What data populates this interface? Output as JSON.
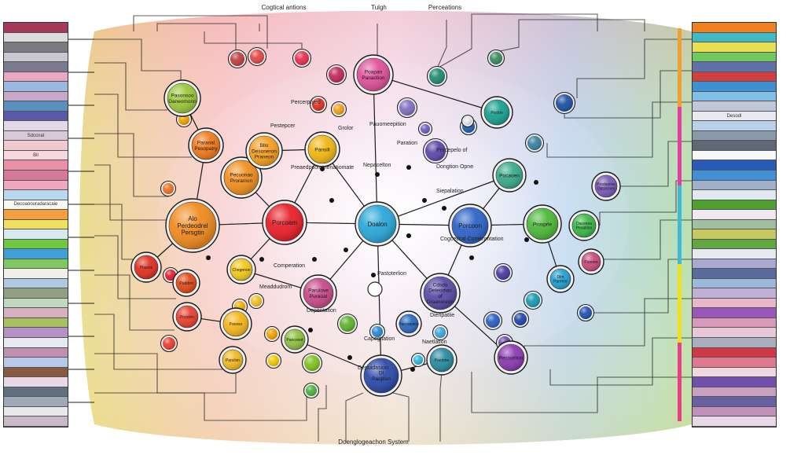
{
  "top_labels": [
    "Cogtical antions",
    "Tulgh",
    "Perceations"
  ],
  "bottom_label": "Doenglogeachon System",
  "floating_labels": [
    "Percerptyed",
    "Pestepcer",
    "Grolor",
    "Pauomeepition",
    "Paration",
    "Preaedpcommenatiomate",
    "Nepacelton",
    "Percepelo of",
    "Dongtion Opne",
    "Siepalation",
    "Cogcetical Comenrntation",
    "Comperation",
    "Meaddudrom",
    "Pastoterlion",
    "Depentation",
    "Dienpatlie",
    "Capegtlation",
    "Naetlation",
    "Depuidasion"
  ],
  "nodes": [
    {
      "id": "n-center",
      "label": "Doalon",
      "color": "#2aa8d8"
    },
    {
      "id": "n-left-red",
      "label": "Porcoam",
      "color": "#e8202a"
    },
    {
      "id": "n-right-blue",
      "label": "Porcoon",
      "color": "#2f63c8"
    },
    {
      "id": "n-orange-big",
      "label": "Alo Perdeodrel Persgtin",
      "color": "#f08a1e"
    },
    {
      "id": "n-yellow-top",
      "label": "Pansill",
      "color": "#f2b614"
    },
    {
      "id": "n-green-right",
      "label": "Prosprle",
      "color": "#4cb83a"
    },
    {
      "id": "n-teal-right",
      "label": "Pocaoen",
      "color": "#3aaa8a"
    },
    {
      "id": "n-pink-top",
      "label": "Poapan Panaotion",
      "color": "#e0509a"
    },
    {
      "id": "n-navy-bottom",
      "label": "Dl Paoplon",
      "color": "#2c4aa8"
    },
    {
      "id": "n-teal-upper",
      "label": "Poclon",
      "color": "#1aa090"
    },
    {
      "id": "n-orange-mid",
      "label": "Pecuonao Proranion",
      "color": "#f0901e"
    },
    {
      "id": "n-lime-topleft",
      "label": "Pasonsoo Daneomonn",
      "color": "#9cc83a"
    },
    {
      "id": "n-purple-mid",
      "label": "Cdsdo Deteomas of Draanereon",
      "color": "#5a4aa8"
    },
    {
      "id": "n-magenta-left",
      "label": "Parulove Puraoal",
      "color": "#c84a8a"
    },
    {
      "id": "n-orange-1",
      "label": "Paranal Pesopatry",
      "color": "#f07a1a"
    },
    {
      "id": "n-orange-2",
      "label": "Bllo Desoneron Praneon",
      "color": "#f5a020"
    },
    {
      "id": "n-yellow-2",
      "label": "Chegenon",
      "color": "#f2c81a"
    },
    {
      "id": "n-yellow-3",
      "label": "Paosso",
      "color": "#f5b51a"
    },
    {
      "id": "n-yellow-4",
      "label": "Paoclon",
      "color": "#f0b820"
    },
    {
      "id": "n-red-2",
      "label": "Plasoal",
      "color": "#e0301e"
    },
    {
      "id": "n-red-3",
      "label": "Pooclon",
      "color": "#e84030"
    },
    {
      "id": "n-red-4",
      "label": "Paddon",
      "color": "#e04a1a"
    },
    {
      "id": "n-green-2",
      "label": "Pancoont",
      "color": "#8cc040"
    },
    {
      "id": "n-green-3",
      "label": "Daceesa Pesatilon",
      "color": "#3ab848"
    },
    {
      "id": "n-purple-2",
      "label": "Prodasrive Opsriones",
      "color": "#7a5ab8"
    },
    {
      "id": "n-blue-2",
      "label": "Parcrepiton",
      "color": "#2a6ac0"
    },
    {
      "id": "n-cyan-2",
      "label": "Dlm Pareeor",
      "color": "#22a0d0"
    },
    {
      "id": "n-purple-3",
      "label": "Pecoorlion",
      "color": "#8a3ab0"
    },
    {
      "id": "n-rose-2",
      "label": "Pannee",
      "color": "#c84a7a"
    },
    {
      "id": "n-teal-3",
      "label": "Paomne",
      "color": "#2a8aa0"
    }
  ],
  "left_bar_rows": [
    {
      "label": "",
      "color": "#a8385a"
    },
    {
      "label": "",
      "color": "#dcdcdc"
    },
    {
      "label": "",
      "color": "#7a7a80"
    },
    {
      "label": "",
      "color": "#c8c8d0"
    },
    {
      "label": "",
      "color": "#7a7a90"
    },
    {
      "label": "",
      "color": "#e8a8c0"
    },
    {
      "label": "",
      "color": "#9ab8e0"
    },
    {
      "label": "",
      "color": "#c8a8c8"
    },
    {
      "label": "",
      "color": "#5a90c0"
    },
    {
      "label": "",
      "color": "#5a5aa8"
    },
    {
      "label": "",
      "color": "#e0d8e8"
    },
    {
      "label": "Sdccnat",
      "color": "#d8c8d8"
    },
    {
      "label": "",
      "color": "#f0c8d0"
    },
    {
      "label": "Bil",
      "color": "#f8d8e0"
    },
    {
      "label": "",
      "color": "#e890a8"
    },
    {
      "label": "",
      "color": "#d87898"
    },
    {
      "label": "",
      "color": "#f0a8c0"
    },
    {
      "label": "",
      "color": "#b8d8f0"
    },
    {
      "label": "Decoaoouradaracaie",
      "color": "#f8f8f0"
    },
    {
      "label": "",
      "color": "#f5a040"
    },
    {
      "label": "",
      "color": "#f0e060"
    },
    {
      "label": "",
      "color": "#d8e8f0"
    },
    {
      "label": "",
      "color": "#70c840"
    },
    {
      "label": "",
      "color": "#40a0d8"
    },
    {
      "label": "",
      "color": "#80c860"
    },
    {
      "label": "",
      "color": "#f0f0e8"
    },
    {
      "label": "",
      "color": "#b0c8e0"
    },
    {
      "label": "",
      "color": "#90a080"
    },
    {
      "label": "",
      "color": "#c0d8c0"
    },
    {
      "label": "",
      "color": "#d8b0c0"
    },
    {
      "label": "",
      "color": "#a8c060"
    },
    {
      "label": "",
      "color": "#b890c8"
    },
    {
      "label": "",
      "color": "#e8e8f0"
    },
    {
      "label": "",
      "color": "#c090b0"
    },
    {
      "label": "",
      "color": "#b8c8e8"
    },
    {
      "label": "",
      "color": "#8a5a40"
    },
    {
      "label": "",
      "color": "#e8d8e8"
    },
    {
      "label": "",
      "color": "#607080"
    },
    {
      "label": "",
      "color": "#a0a8b8"
    },
    {
      "label": "",
      "color": "#e8e8e8"
    },
    {
      "label": "",
      "color": "#c8b8c8"
    }
  ],
  "right_bar_rows": [
    {
      "label": "",
      "color": "#f08020"
    },
    {
      "label": "",
      "color": "#40b8c8"
    },
    {
      "label": "",
      "color": "#e8e050"
    },
    {
      "label": "",
      "color": "#70c860"
    },
    {
      "label": "",
      "color": "#6070a8"
    },
    {
      "label": "",
      "color": "#d04040"
    },
    {
      "label": "",
      "color": "#4090d0"
    },
    {
      "label": "",
      "color": "#80c0e8"
    },
    {
      "label": "",
      "color": "#c0c8d8"
    },
    {
      "label": "Desodl",
      "color": "#e8e8f0"
    },
    {
      "label": "",
      "color": "#b8d0e8"
    },
    {
      "label": "",
      "color": "#8a9aa8"
    },
    {
      "label": "",
      "color": "#606878"
    },
    {
      "label": "",
      "color": "#f8f8f8"
    },
    {
      "label": "",
      "color": "#2a5ab8"
    },
    {
      "label": "",
      "color": "#4090d8"
    },
    {
      "label": "",
      "color": "#a0b0c8"
    },
    {
      "label": "",
      "color": "#e0e8f0"
    },
    {
      "label": "",
      "color": "#50a030"
    },
    {
      "label": "",
      "color": "#f0e8f0"
    },
    {
      "label": "",
      "color": "#a0c0a0"
    },
    {
      "label": "",
      "color": "#c8c860"
    },
    {
      "label": "",
      "color": "#60a840"
    },
    {
      "label": "",
      "color": "#e8e8f0"
    },
    {
      "label": "",
      "color": "#a8a8d0"
    },
    {
      "label": "",
      "color": "#5a6a9a"
    },
    {
      "label": "",
      "color": "#9ab8d8"
    },
    {
      "label": "",
      "color": "#c0b0d8"
    },
    {
      "label": "",
      "color": "#e8b8c8"
    },
    {
      "label": "",
      "color": "#9a58b8"
    },
    {
      "label": "",
      "color": "#d89ab8"
    },
    {
      "label": "",
      "color": "#e8c8d8"
    },
    {
      "label": "",
      "color": "#a8b0c0"
    },
    {
      "label": "",
      "color": "#d03848"
    },
    {
      "label": "",
      "color": "#e07890"
    },
    {
      "label": "",
      "color": "#f0d8e0"
    },
    {
      "label": "",
      "color": "#7050a8"
    },
    {
      "label": "",
      "color": "#c8a0c0"
    },
    {
      "label": "",
      "color": "#6860a0"
    },
    {
      "label": "",
      "color": "#c090b8"
    },
    {
      "label": "",
      "color": "#e8d8e8"
    }
  ],
  "right_strip_colors": [
    "#f0a030",
    "#e040a0",
    "#40b8d8",
    "#f0e020",
    "#e84080"
  ]
}
